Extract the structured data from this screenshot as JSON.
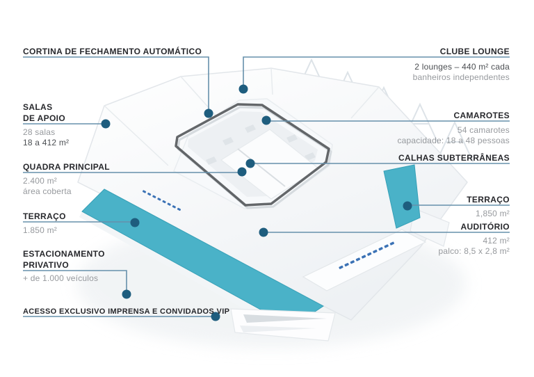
{
  "colors": {
    "teal": "#4ab2c8",
    "teal_edge": "#37a0b7",
    "marker_dot": "#1e5d7e",
    "leader_line": "#6690ab",
    "title_text": "#27282c",
    "detail_text": "#96999d",
    "detail_text_emphasis": "#4b4e52",
    "roof_ring": "#53565a",
    "banner_blue": "#3b72b5"
  },
  "labels": {
    "cortina": {
      "title": "CORTINA DE FECHAMENTO AUTOMÁTICO"
    },
    "clube_lounge": {
      "title": "CLUBE LOUNGE",
      "detail1": "2 lounges – 440 m² cada",
      "detail2": "banheiros independentes"
    },
    "salas_de_apoio": {
      "title1": "SALAS",
      "title2": "DE APOIO",
      "detail1": "28 salas",
      "detail2": "18 a 412 m²"
    },
    "camarotes": {
      "title": "CAMAROTES",
      "detail1": "54 camarotes",
      "detail2": "capacidade: 18 a 48 pessoas"
    },
    "quadra_principal": {
      "title": "QUADRA PRINCIPAL",
      "detail1": "2.400 m²",
      "detail2": "área coberta"
    },
    "calhas_subterraneas": {
      "title": "CALHAS SUBTERRÂNEAS"
    },
    "terraco_direito": {
      "title": "TERRAÇO",
      "detail1": "1,850 m²"
    },
    "auditorio": {
      "title": "AUDITÓRIO",
      "detail1": "412 m²",
      "detail2": "palco: 8,5 x 2,8 m²"
    },
    "terraco_esquerdo": {
      "title": "TERRAÇO",
      "detail1": "1.850 m²"
    },
    "estacionamento_privativo": {
      "title1": "ESTACIONAMENTO",
      "title2": "PRIVATIVO",
      "detail1": "+ de 1.000 veículos"
    },
    "acesso_vip": {
      "title": "ACESSO EXCLUSIVO IMPRENSA E CONVIDADOS VIP"
    }
  }
}
